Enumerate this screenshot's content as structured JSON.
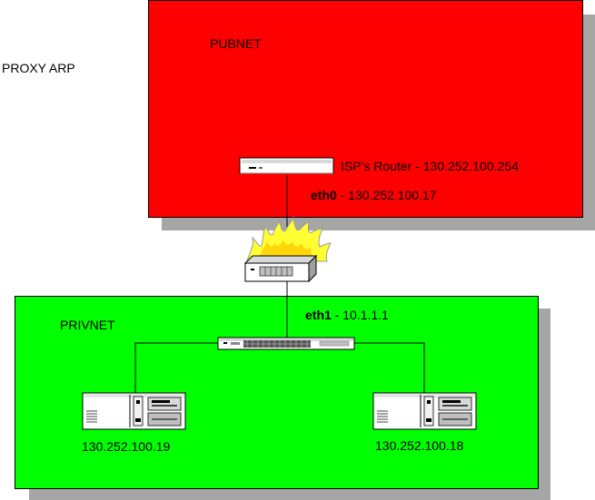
{
  "diagram": {
    "title": "PROXY ARP",
    "pubnet": {
      "name": "PUBNET",
      "color": "#ff0000",
      "router_label": "ISP’s Router - 130.252.100.254",
      "eth0_name": "eth0",
      "eth0_addr": " - 130.252.100.17"
    },
    "privnet": {
      "name": "PRIVNET",
      "color": "#00ff00",
      "eth1_name": "eth1",
      "eth1_addr": " - 10.1.1.1",
      "host_left_ip": "130.252.100.19",
      "host_right_ip": "130.252.100.18"
    },
    "icons": [
      "router-icon",
      "firewall-icon",
      "switch-icon",
      "server-icon"
    ],
    "shadow_color": "#a6a6a6"
  }
}
